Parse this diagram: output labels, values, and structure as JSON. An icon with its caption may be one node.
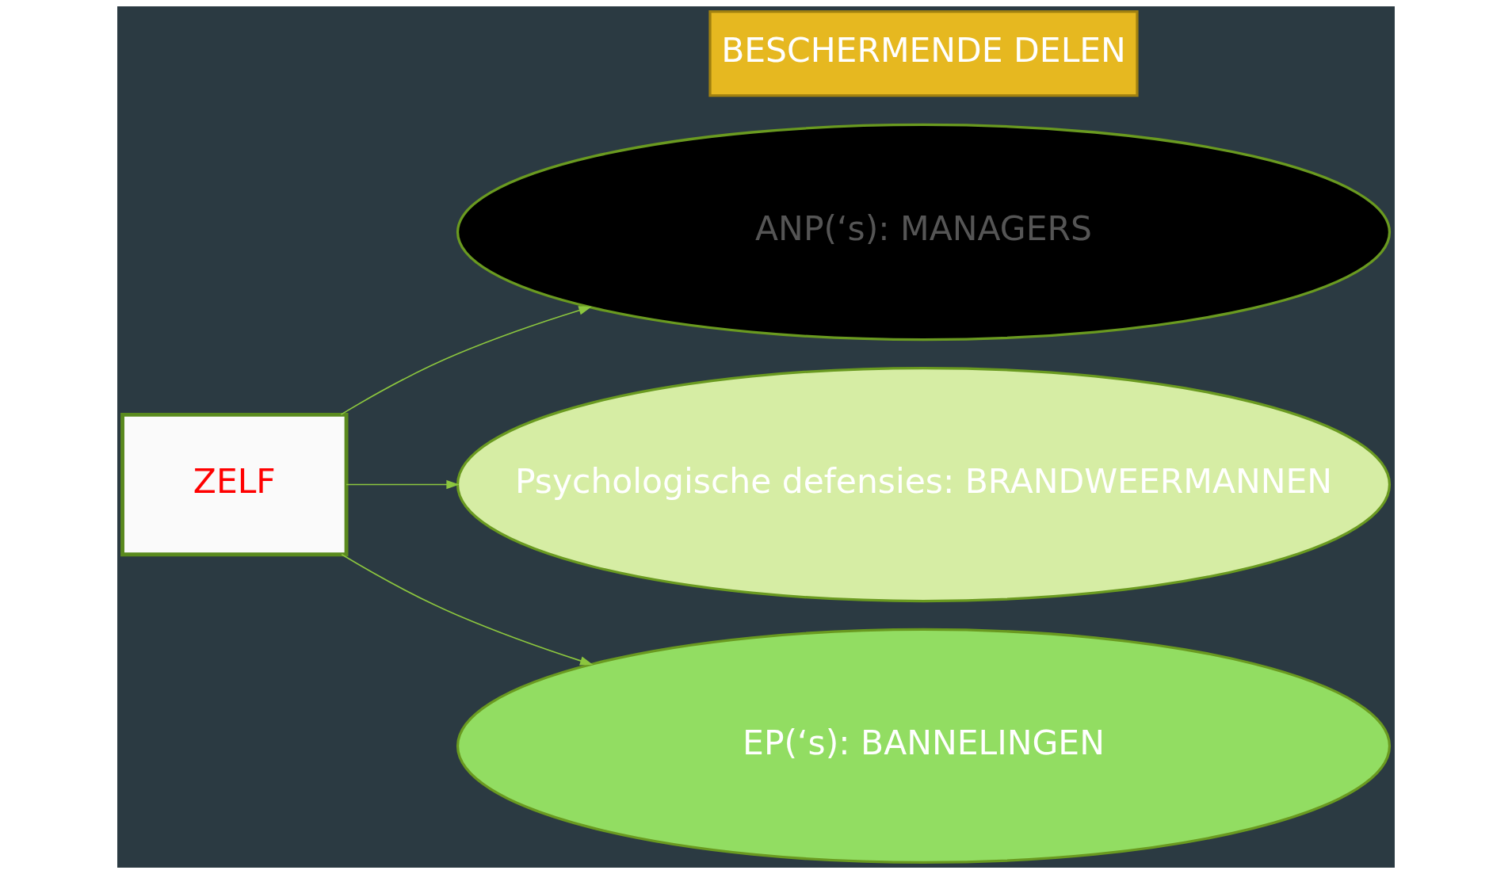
{
  "diagram": {
    "nodes": [
      {
        "text": [
          "ZELF"
        ]
      },
      {
        "text": [
          "ANP(‘s): MANAGERS"
        ]
      },
      {
        "text": [
          "Psychologische defensies: BRANDWEERMANNEN"
        ]
      },
      {
        "text": [
          "EP(‘s): BANNELINGEN"
        ]
      },
      {
        "text": [
          "BESCHERMENDE DELEN"
        ]
      }
    ],
    "edges": [
      {
        "from": 0,
        "to": 1,
        "arrow": "to"
      },
      {
        "from": 0,
        "to": 2,
        "arrow": "to"
      },
      {
        "from": 0,
        "to": 3,
        "arrow": "to"
      }
    ]
  }
}
